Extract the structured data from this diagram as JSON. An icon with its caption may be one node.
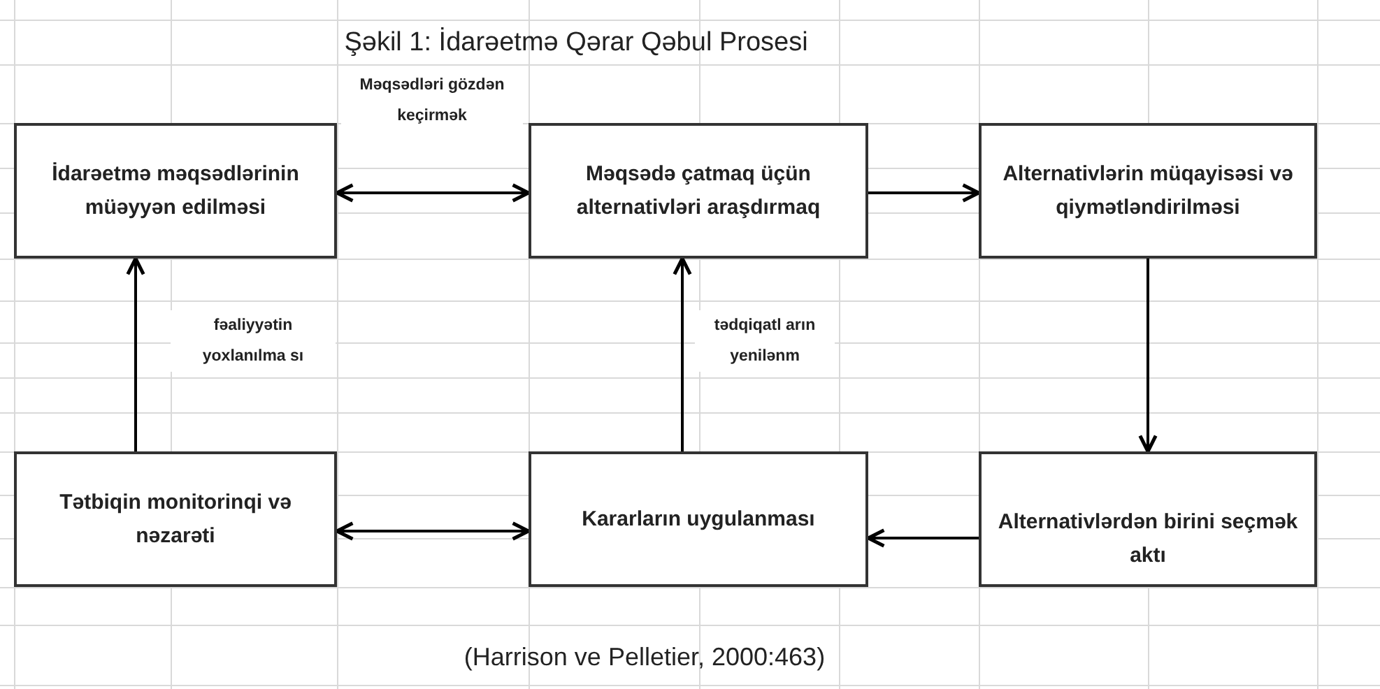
{
  "diagram": {
    "title": "Şəkil 1: İdarəetmə Qərar Qəbul Prosesi",
    "nodes": [
      {
        "text": [
          "İdarəetmə məqsədlərinin müəyyən edilməsi"
        ]
      },
      {
        "text": [
          "Məqsədə çatmaq üçün alternativləri araşdırmaq"
        ]
      },
      {
        "text": [
          "Alternativlərin müqayisəsi və qiymətləndirilməsi"
        ]
      },
      {
        "text": [
          "Tətbiqin monitorinqi və nəzarəti"
        ]
      },
      {
        "text": [
          "Kararların uygulanması"
        ]
      },
      {
        "text": [
          "Alternativlərdən birini seçmək aktı"
        ]
      }
    ],
    "edges": [
      {
        "from": 0,
        "to": 1,
        "arrow": "both",
        "label": "Məqsədləri gözdən keçirmək"
      },
      {
        "from": 1,
        "to": 2,
        "arrow": "to"
      },
      {
        "from": 2,
        "to": 5,
        "arrow": "to"
      },
      {
        "from": 5,
        "to": 4,
        "arrow": "to"
      },
      {
        "from": 4,
        "to": 3,
        "arrow": "both"
      },
      {
        "from": 3,
        "to": 0,
        "arrow": "to",
        "label": "fəaliyyətin yoxlanılma sı"
      },
      {
        "from": 4,
        "to": 1,
        "arrow": "to",
        "label": "tədqiqatl arın yenilənm"
      }
    ],
    "caption": "(Harrison ve Pelletier, 2000:463)"
  }
}
